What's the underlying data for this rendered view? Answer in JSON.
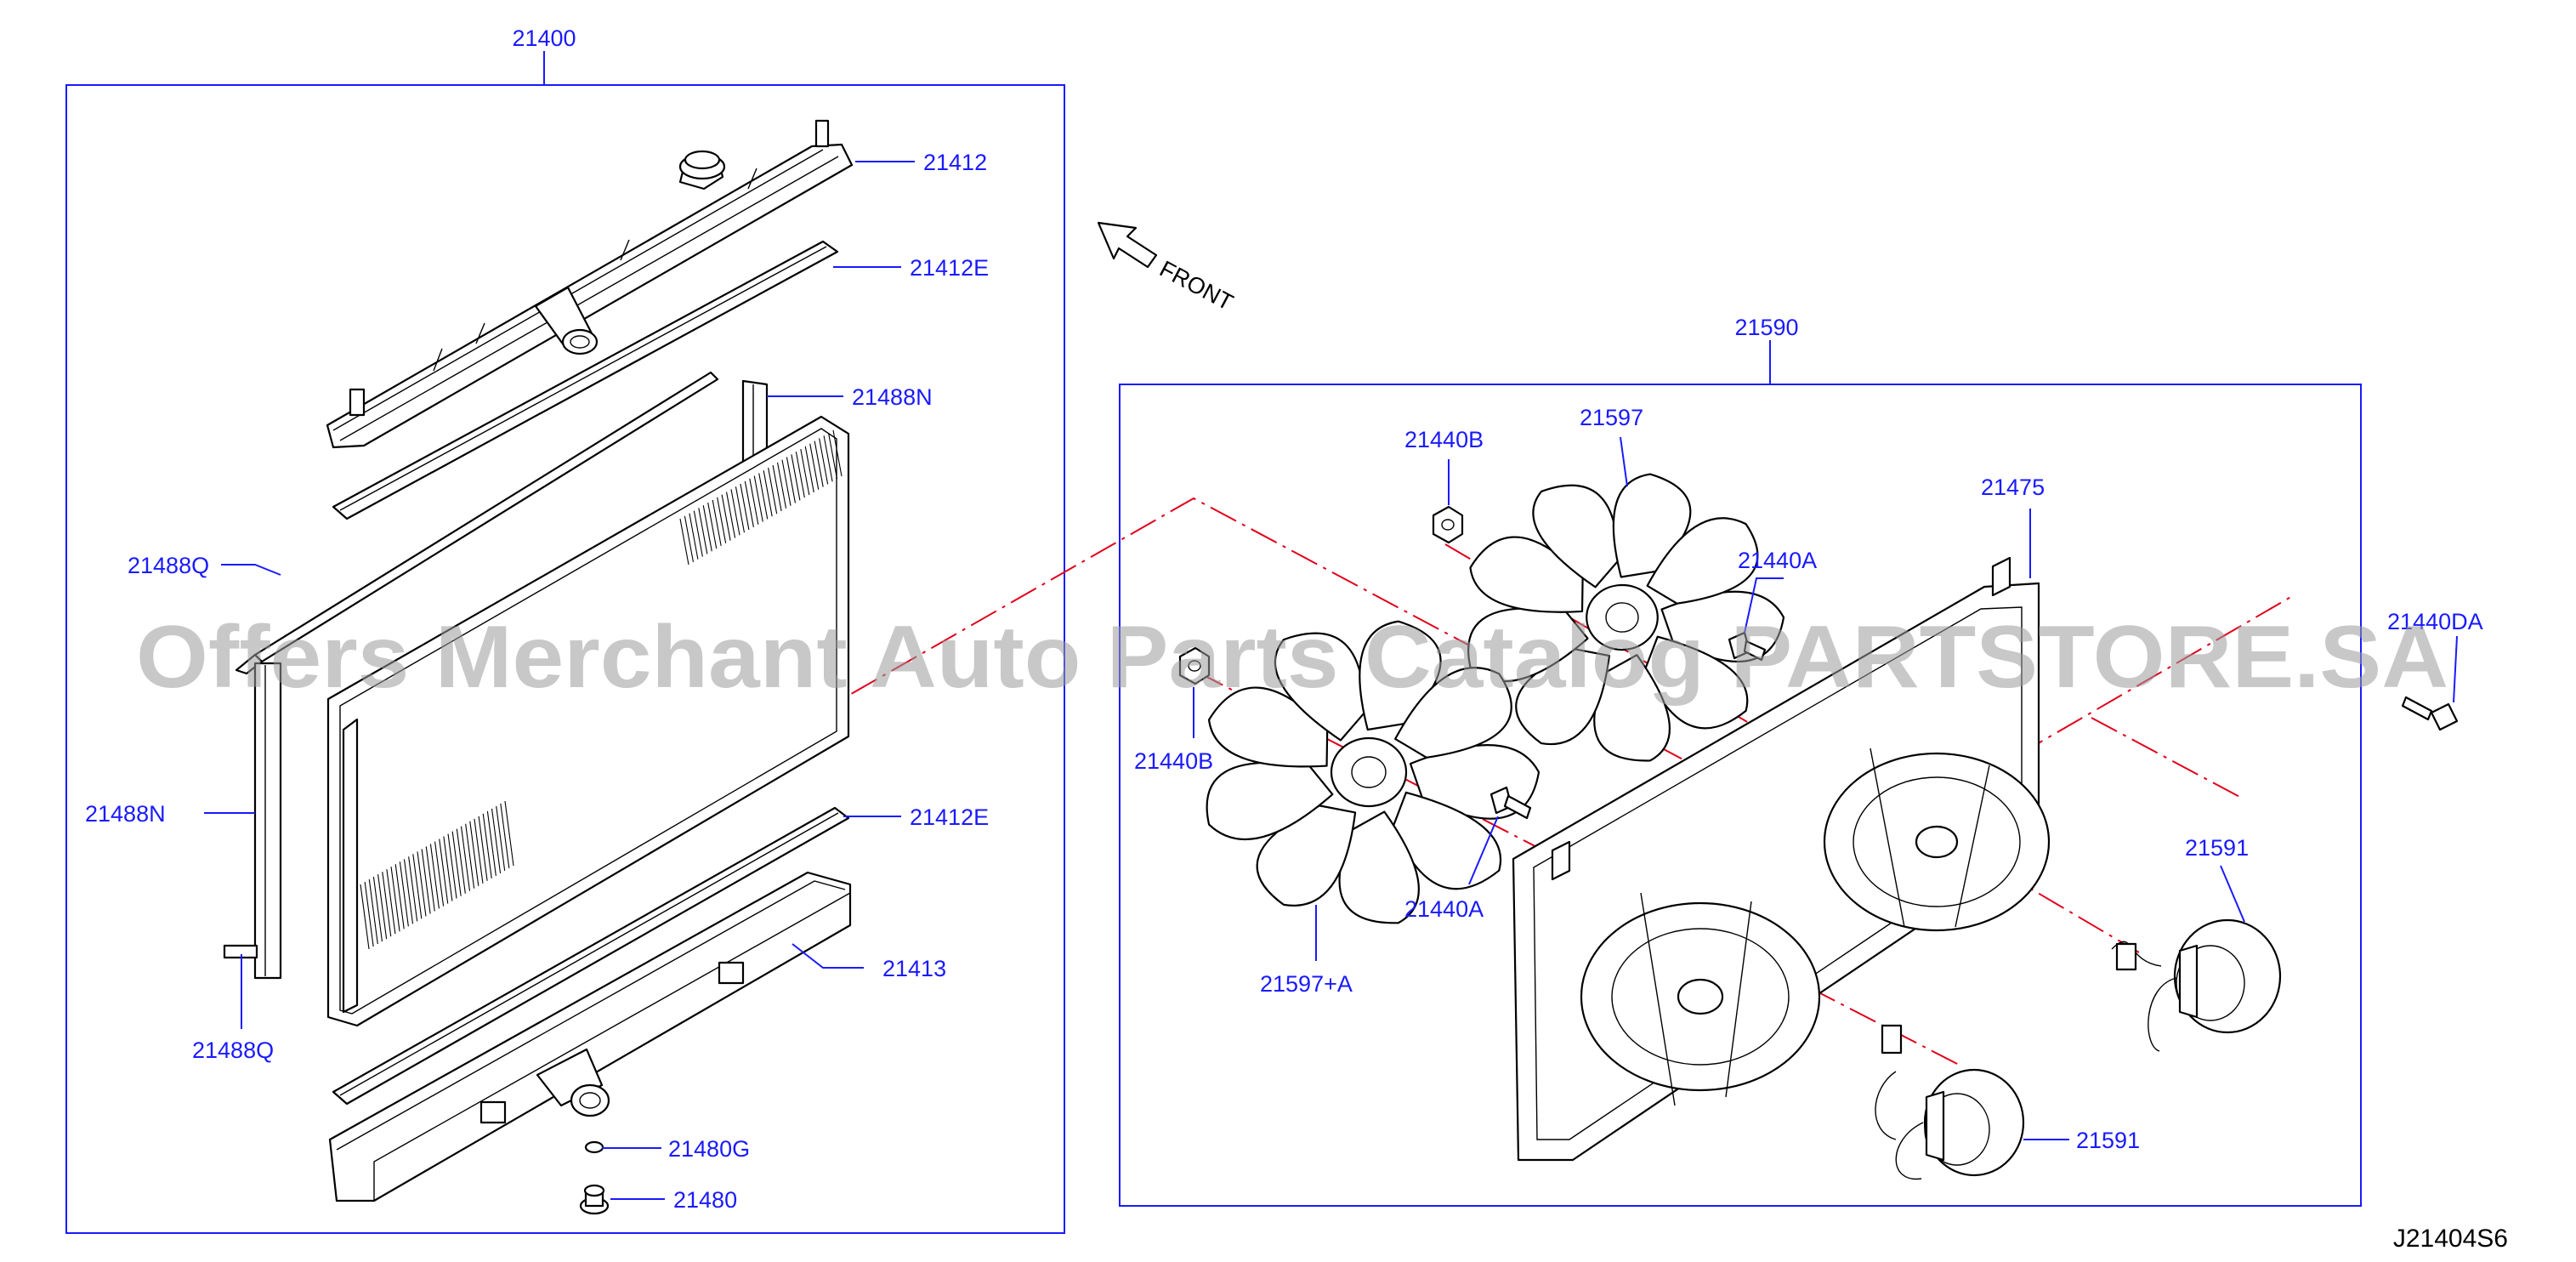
{
  "diagram": {
    "reference_code": "J21404S6",
    "direction_label": "FRONT",
    "watermark": "Offers Merchant Auto Parts Catalog PARTSTORE.SA",
    "colors": {
      "label": "#1a1aff",
      "centerline": "#e0001b",
      "line": "#000000",
      "watermark": "#9a9a9a"
    },
    "groups": [
      {
        "id": "radiator",
        "number": "21400"
      },
      {
        "id": "fan-shroud",
        "number": "21590"
      }
    ],
    "callouts": [
      {
        "id": "c21412",
        "text": "21412"
      },
      {
        "id": "c21412E_top",
        "text": "21412E"
      },
      {
        "id": "c21488N_right",
        "text": "21488N"
      },
      {
        "id": "c21488Q_top",
        "text": "21488Q"
      },
      {
        "id": "c21488N_left",
        "text": "21488N"
      },
      {
        "id": "c21412E_bottom",
        "text": "21412E"
      },
      {
        "id": "c21413",
        "text": "21413"
      },
      {
        "id": "c21488Q_bottom",
        "text": "21488Q"
      },
      {
        "id": "c21480G",
        "text": "21480G"
      },
      {
        "id": "c21480",
        "text": "21480"
      },
      {
        "id": "c21440B_top",
        "text": "21440B"
      },
      {
        "id": "c21597",
        "text": "21597"
      },
      {
        "id": "c21475",
        "text": "21475"
      },
      {
        "id": "c21440A_top",
        "text": "21440A"
      },
      {
        "id": "c21440DA",
        "text": "21440DA"
      },
      {
        "id": "c21440B_left",
        "text": "21440B"
      },
      {
        "id": "c21440A_bottom",
        "text": "21440A"
      },
      {
        "id": "c21597A",
        "text": "21597+A"
      },
      {
        "id": "c21591_right",
        "text": "21591"
      },
      {
        "id": "c21591_bottom",
        "text": "21591"
      }
    ]
  }
}
